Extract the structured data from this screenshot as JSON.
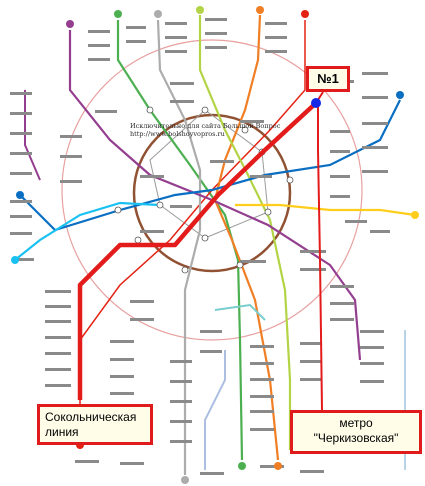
{
  "watermark": {
    "line1": "Исключительно для сайта Большой Вопрос",
    "line2": "http://www.bolshoyvopros.ru"
  },
  "callouts": {
    "marker": "№1",
    "sokolnicheskaya": "Сокольническая линия",
    "cherkizovskaya_line1": "метро",
    "cherkizovskaya_line2": "\"Черкизовская\""
  },
  "colors": {
    "highlight_red": "#e31b1b",
    "marker_blue": "#1428e6",
    "sokolnicheskaya": "#e42313",
    "zamoskvoretskaya": "#4caf50",
    "arbatskaya": "#0a6fc2",
    "filevskaya": "#19c1f3",
    "koltsevaya": "#915133",
    "kaluzhsko_rizhskaya": "#f07e24",
    "tagansko_krasnopresnenskaya": "#943e90",
    "kalininskaya": "#ffcd1c",
    "serpukhovsko_timiryazevskaya": "#adacac",
    "lyublinskaya": "#b3d445",
    "kakhovskaya": "#79cdcd",
    "butovskaya": "#acbfe1",
    "mck_ring": "#e8a0a0"
  }
}
